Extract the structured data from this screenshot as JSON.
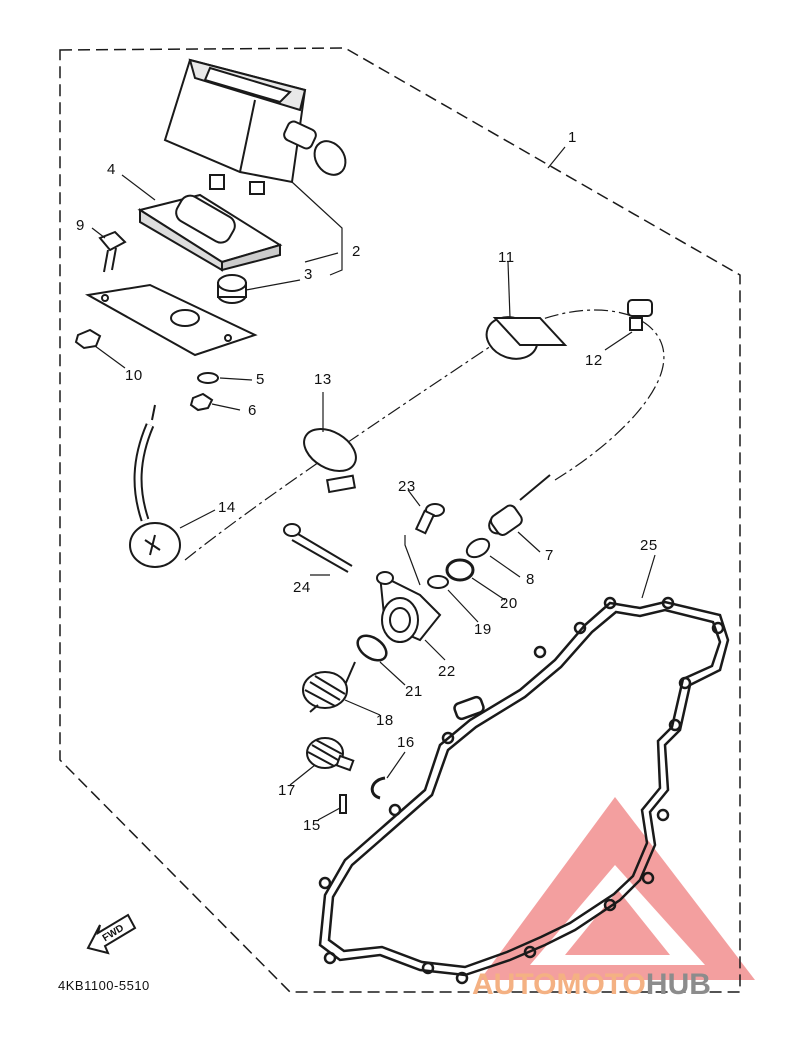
{
  "callouts": {
    "c1": "1",
    "c2": "2",
    "c3": "3",
    "c4": "4",
    "c5": "5",
    "c6": "6",
    "c7": "7",
    "c8": "8",
    "c9": "9",
    "c10": "10",
    "c11": "11",
    "c12": "12",
    "c13": "13",
    "c14": "14",
    "c15": "15",
    "c16": "16",
    "c17": "17",
    "c18": "18",
    "c19": "19",
    "c20": "20",
    "c21": "21",
    "c22": "22",
    "c23": "23",
    "c24": "24",
    "c25": "25"
  },
  "fwd_label": "FWD",
  "document_ref": "4KB1100-5510",
  "watermark": {
    "part1": "AUTOMOTO",
    "part2": "HUB"
  },
  "colors": {
    "line": "#1a1a1a",
    "watermark_red": "#f08080",
    "watermark_orange": "#f4b183",
    "watermark_gray": "#8c8c8c"
  }
}
